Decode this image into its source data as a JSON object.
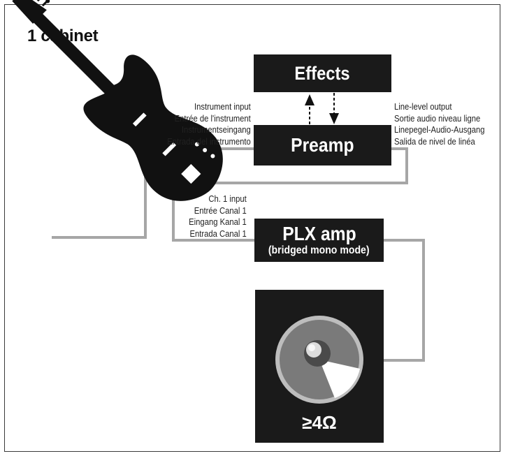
{
  "title": "1 cabinet",
  "effects": {
    "label": "Effects"
  },
  "preamp": {
    "label": "Preamp"
  },
  "plx_amp": {
    "label": "PLX amp",
    "mode": "(bridged mono mode)"
  },
  "instrument_input": {
    "lines": [
      "Instrument input",
      "Entrée de l'instrument",
      "Instrumentseingang",
      "Entrada del instrumento"
    ]
  },
  "line_level_output": {
    "lines": [
      "Line-level output",
      "Sortie audio niveau ligne",
      "Linepegel-Audio-Ausgang",
      "Salida de nivel de linéa"
    ]
  },
  "ch1_input": {
    "lines": [
      "Ch. 1 input",
      "Entrée Canal 1",
      "Eingang Kanal 1",
      "Entrada Canal 1"
    ]
  },
  "cabinet": {
    "impedance": "≥4Ω"
  },
  "icons": {
    "guitar": "bass-guitar-icon",
    "speaker": "speaker-icon"
  },
  "colors": {
    "box": "#1a1a1a",
    "cable": "#a6a6a6",
    "speaker_cone": "#7a7a7a"
  }
}
